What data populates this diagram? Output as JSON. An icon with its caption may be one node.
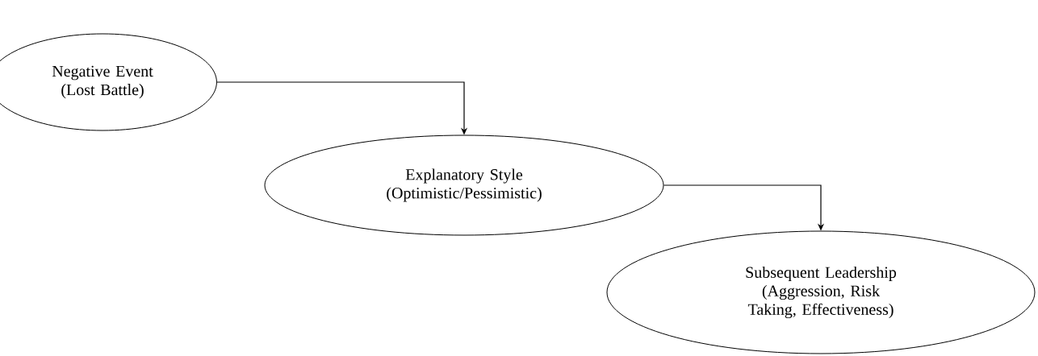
{
  "diagram": {
    "nodes": [
      {
        "text": [
          "Negative Event",
          "(Lost Battle)"
        ]
      },
      {
        "text": [
          "Explanatory Style",
          "(Optimistic/Pessimistic)"
        ]
      },
      {
        "text": [
          "Subsequent Leadership",
          "(Aggression, Risk Taking, Effectiveness)"
        ]
      }
    ],
    "edges": [
      {
        "from": 0,
        "to": 1,
        "arrow": "to"
      },
      {
        "from": 1,
        "to": 2,
        "arrow": "to"
      }
    ]
  }
}
